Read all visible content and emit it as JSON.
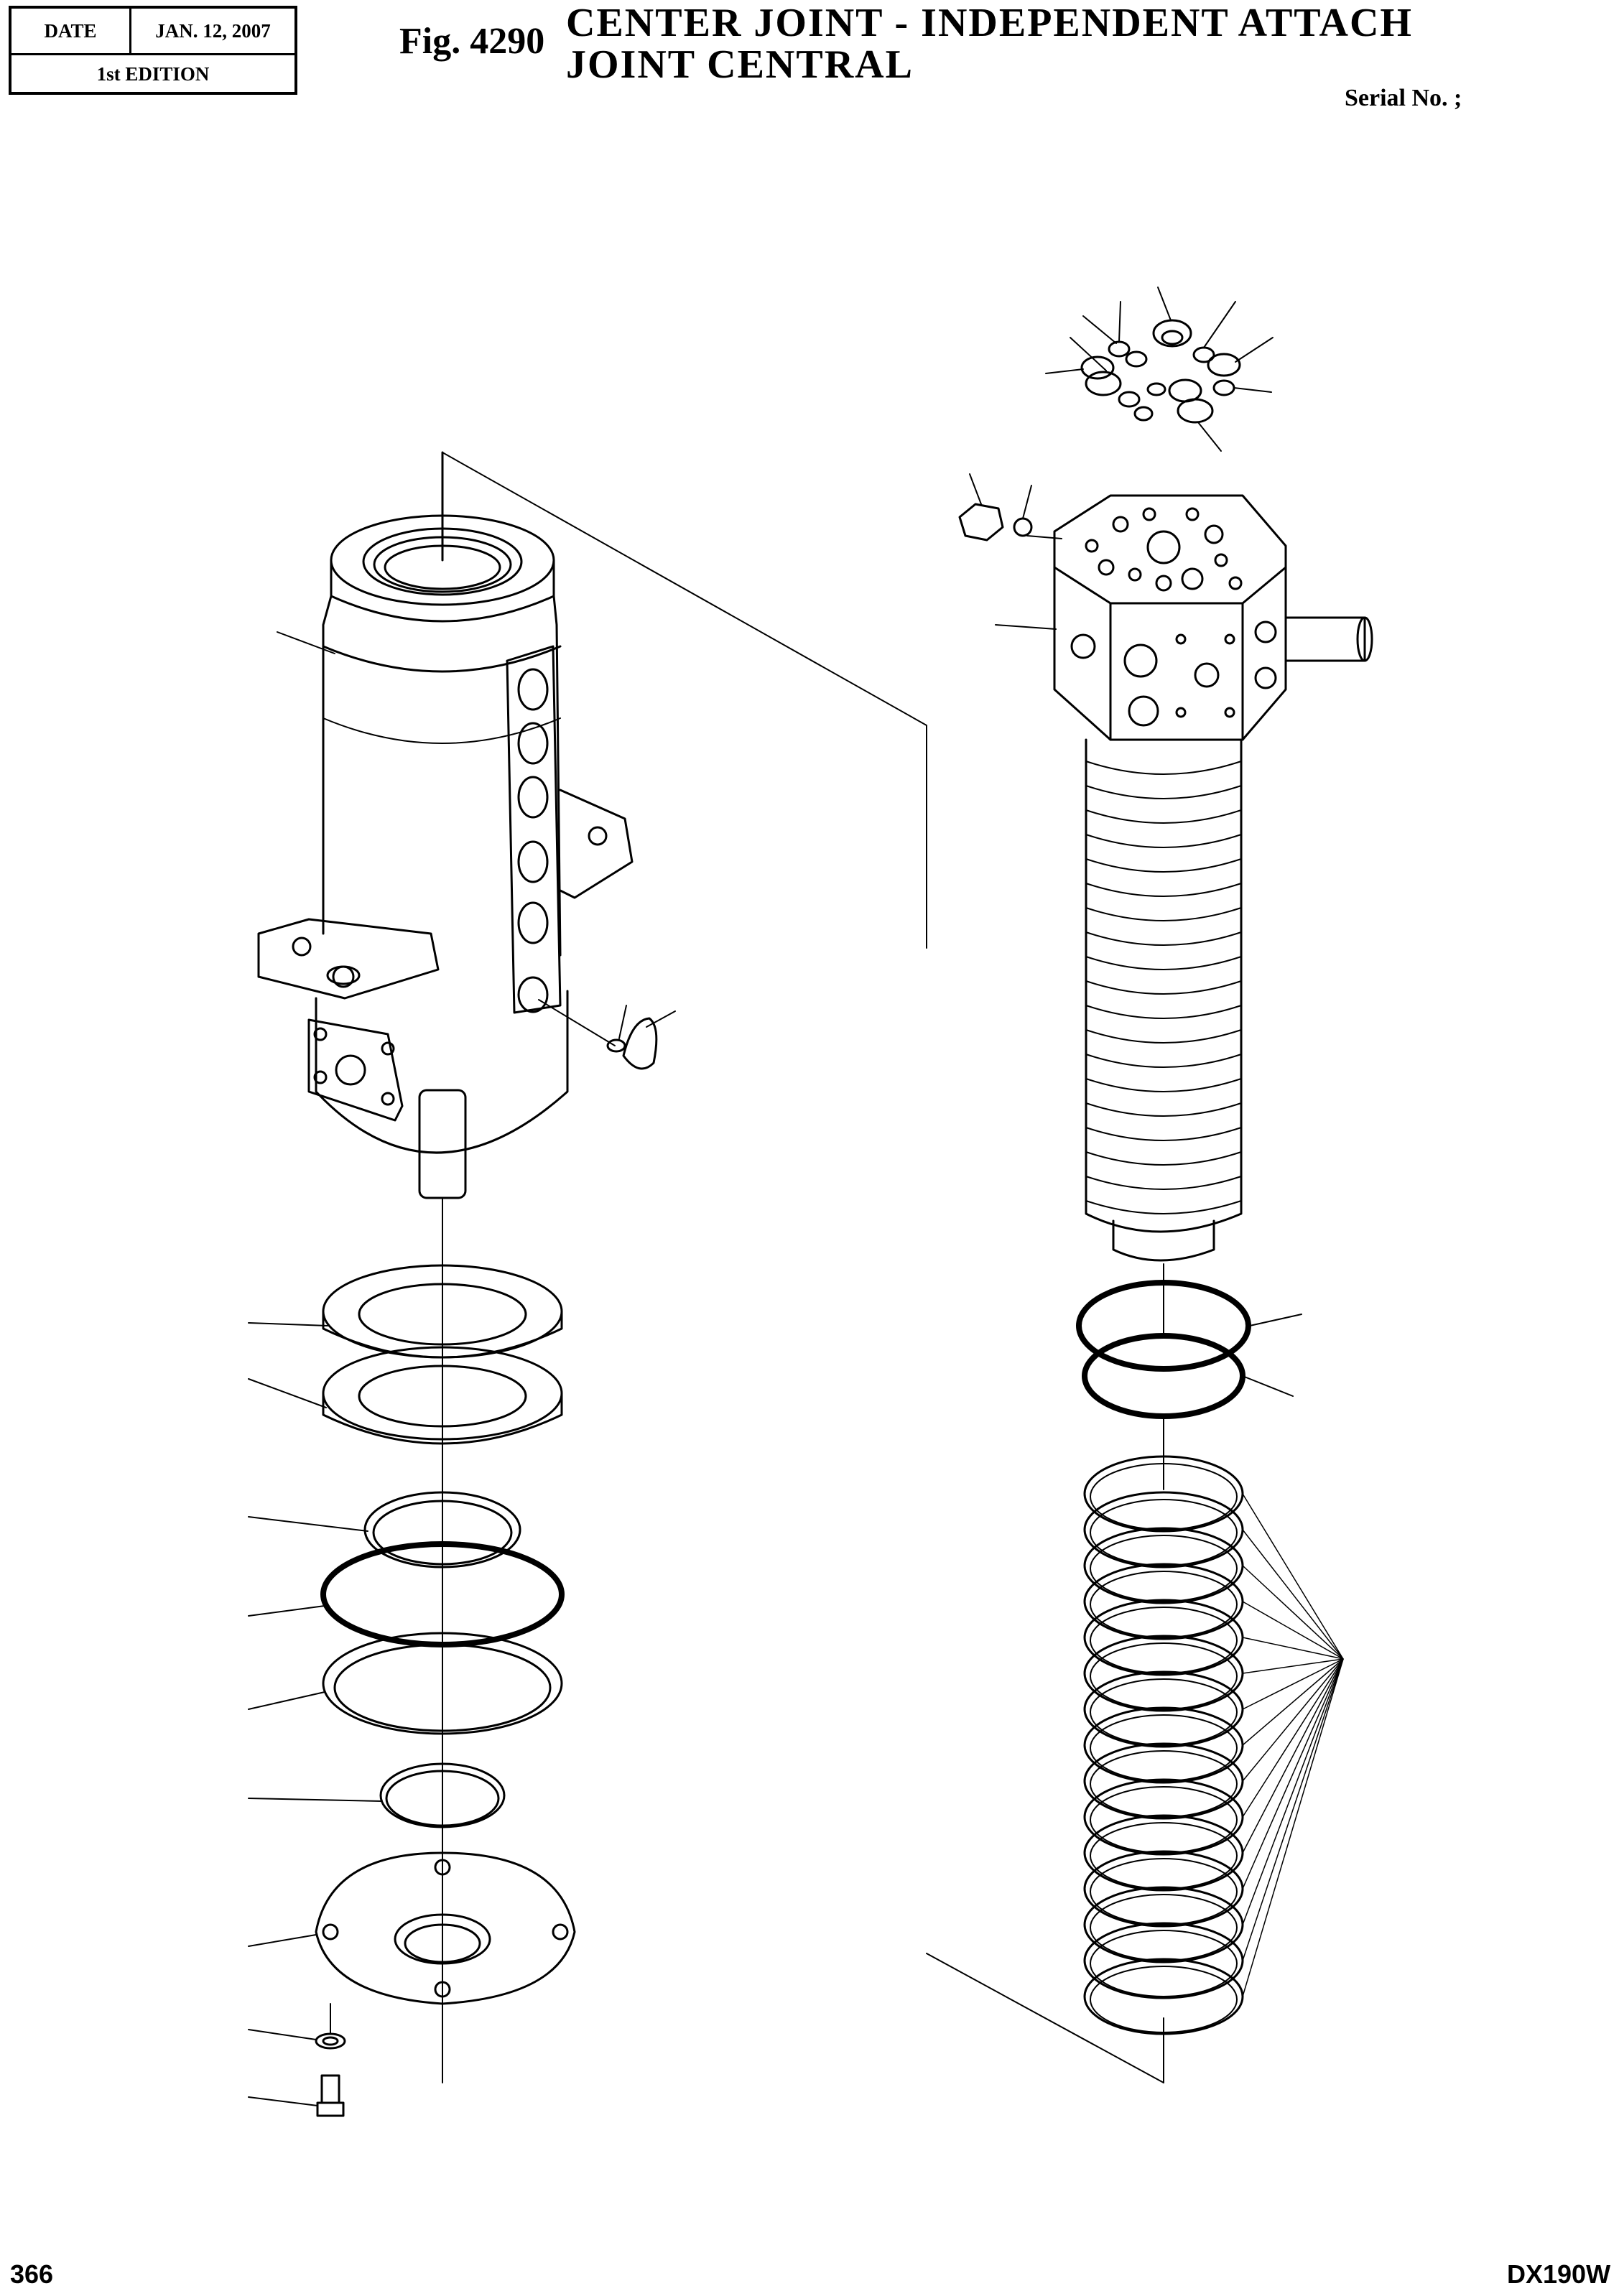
{
  "header": {
    "date_label": "DATE",
    "date_value": "JAN. 12, 2007",
    "edition": "1st EDITION",
    "figure_number": "Fig. 4290",
    "title_en": "CENTER JOINT - INDEPENDENT ATTACH",
    "title_fr": "JOINT CENTRAL",
    "serial_label": "Serial No. ;"
  },
  "footer": {
    "page_number": "366",
    "model": "DX190W"
  },
  "colors": {
    "ink": "#000000",
    "paper": "#ffffff"
  }
}
